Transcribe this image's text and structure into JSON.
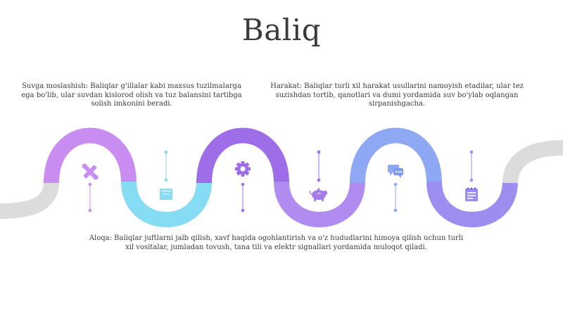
{
  "title": "Baliq",
  "descriptions": [
    {
      "label": "Suvga moslashish",
      "text": "Suvga moslashish: Baliqlar g'illalar kabi maxsus tuzilmalarga ega bo'lib, ular suvdan kislorod olish va tuz balansini tartibga solish imkonini beradi."
    },
    {
      "label": "Harakat",
      "text": "Harakat: Baliqlar turli xil harakat usullarini namoyish etadilar, ular tez suzishdan tortib, qanotlari va dumi yordamida suv bo'ylab oqlangan sirpanishgacha."
    },
    {
      "label": "Aloqa",
      "text": "Aloqa: Baliqlar juftlarni jalb qilish, xavf haqida ogohlantirish va o'z hududlarini himoya qilish uchun turli xil vositalar, jumladan tovush, tana tili va elektr signallari yordamida muloqot qiladi."
    }
  ],
  "colors": {
    "gray": "#dcdcdc",
    "violet": "#c98df2",
    "cyan": "#86dcf3",
    "purple": "#9d6ee8",
    "lavender": "#b18cf0",
    "blue": "#8fa8f3",
    "indigo": "#9b8ef0"
  },
  "icons": [
    "crossed-tools-icon",
    "box-icon",
    "gear-icon",
    "piggy-bank-icon",
    "chat-bubbles-icon",
    "notepad-icon"
  ]
}
